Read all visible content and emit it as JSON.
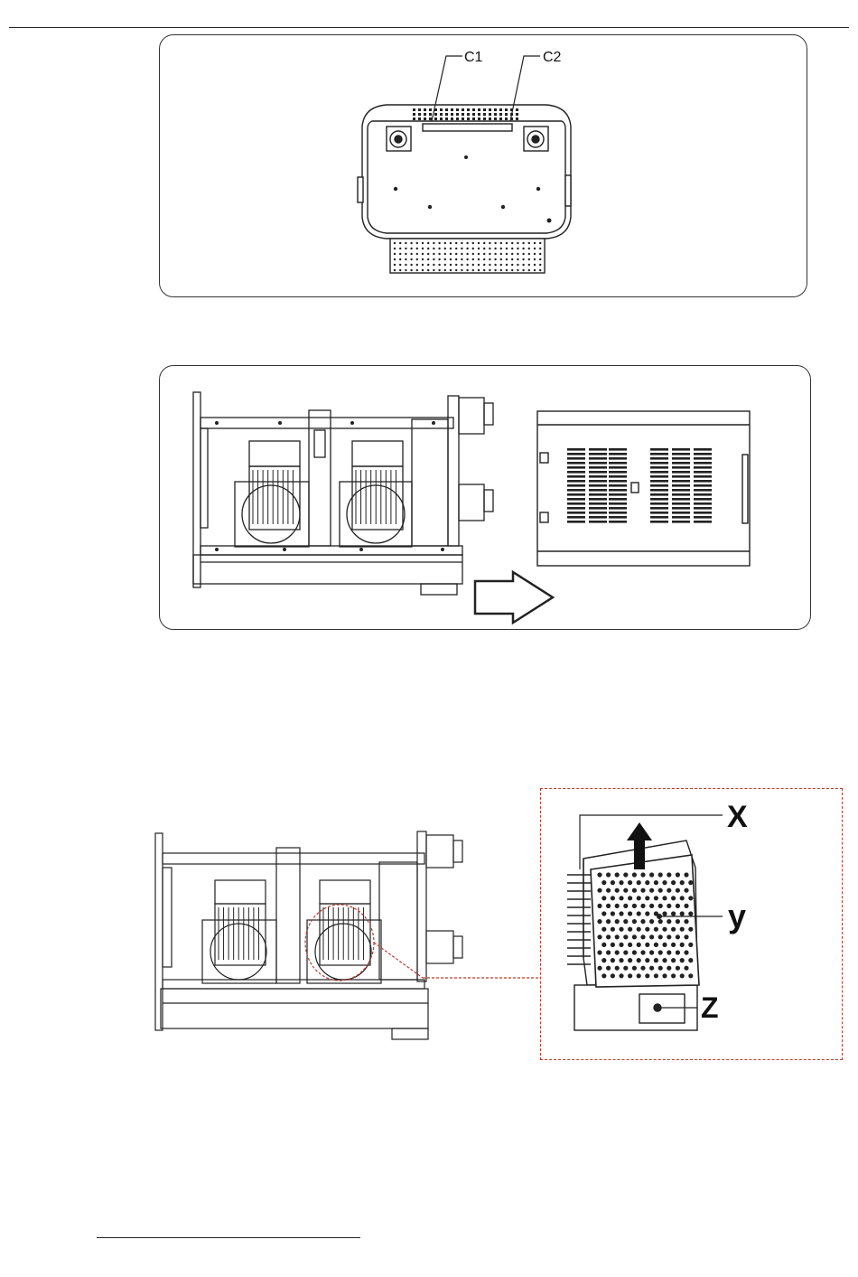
{
  "figure1": {
    "callouts": [
      "C1",
      "C2"
    ]
  },
  "figure3": {
    "callouts": [
      "X",
      "y",
      "Z"
    ]
  },
  "colors": {
    "line": "#222222",
    "zoom_outline": "#c0392b"
  },
  "icons": [
    "arrow-right-icon",
    "arrow-up-icon"
  ]
}
